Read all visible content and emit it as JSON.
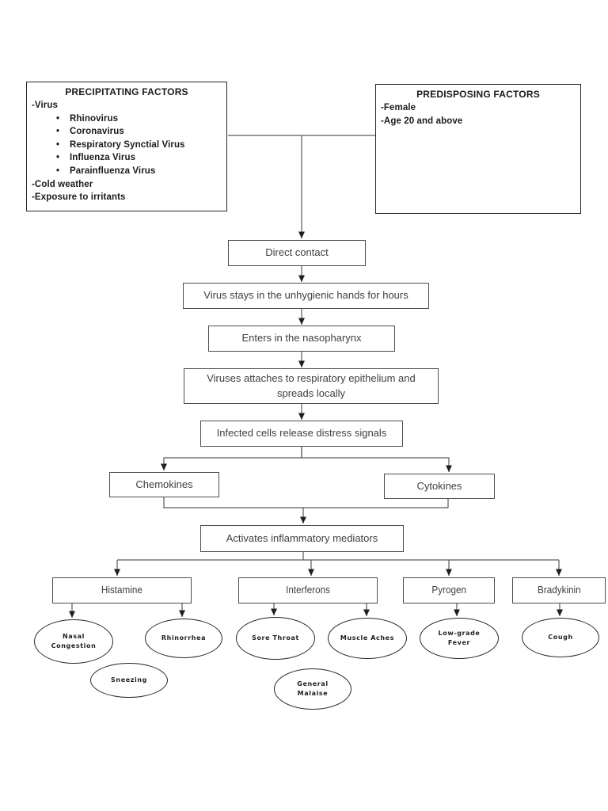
{
  "precipitating": {
    "title": "PRECIPITATING FACTORS",
    "virus_label": "-Virus",
    "viruses": [
      "Rhinovirus",
      "Coronavirus",
      "Respiratory Synctial Virus",
      "Influenza Virus",
      "Parainfluenza Virus"
    ],
    "other": [
      "-Cold weather",
      "-Exposure to irritants"
    ]
  },
  "predisposing": {
    "title": "PREDISPOSING FACTORS",
    "lines": [
      "-Female",
      "-Age 20 and above"
    ]
  },
  "flow": {
    "direct_contact": "Direct contact",
    "virus_stays": "Virus stays in the unhygienic hands for hours",
    "enters_nasopharynx": "Enters in the nasopharynx",
    "attaches": "Viruses attaches to respiratory epithelium and spreads locally",
    "distress_signals": "Infected cells release distress signals",
    "chemokines": "Chemokines",
    "cytokines": "Cytokines",
    "activates": "Activates inflammatory mediators"
  },
  "mediators": {
    "histamine": "Histamine",
    "interferons": "Interferons",
    "pyrogen": "Pyrogen",
    "bradykinin": "Bradykinin"
  },
  "symptoms": {
    "nasal_congestion": "Nasal Congestion",
    "rhinorrhea": "Rhinorrhea",
    "sneezing": "Sneezing",
    "sore_throat": "Sore Throat",
    "muscle_aches": "Muscle Aches",
    "general_malaise": "General Malaise",
    "low_grade_fever": "Low-grade Fever",
    "cough": "Cough"
  },
  "colors": {
    "page_background": "#ffffff",
    "rect_border": "#4d4d4d",
    "factor_box_border": "#262626",
    "ellipse_border": "#262626",
    "connector_line": "#5a5a5a",
    "arrowhead": "#1f1f1f",
    "rect_text": "#3f3f3f",
    "factor_text": "#1a1a1a"
  }
}
